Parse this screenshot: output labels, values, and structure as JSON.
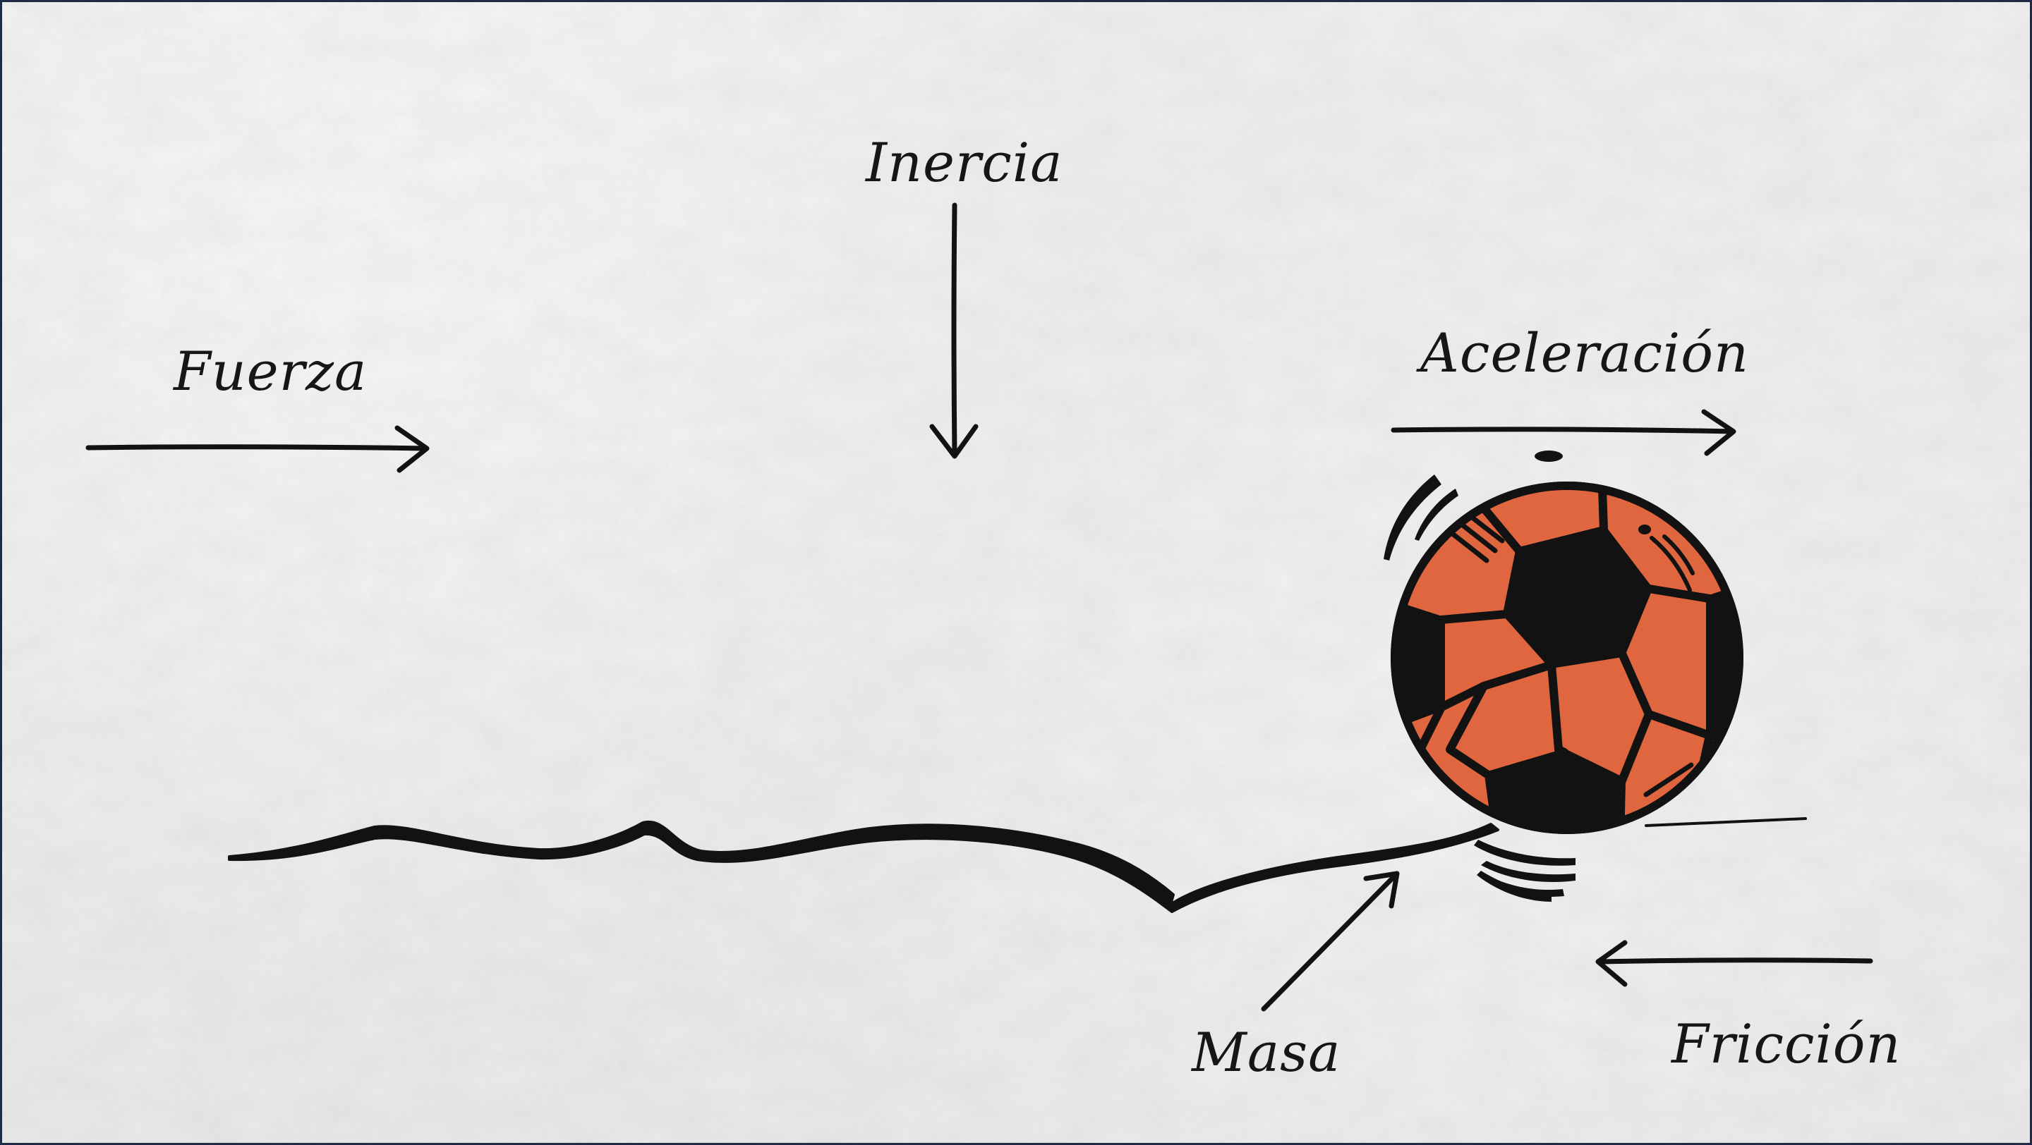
{
  "labels": {
    "fuerza": "Fuerza",
    "inercia": "Inercia",
    "aceleracion": "Aceleración",
    "masa": "Masa",
    "friccion": "Fricción"
  },
  "colors": {
    "ink": "#121212",
    "ball_orange": "#e0663f",
    "paper": "#ededed"
  }
}
